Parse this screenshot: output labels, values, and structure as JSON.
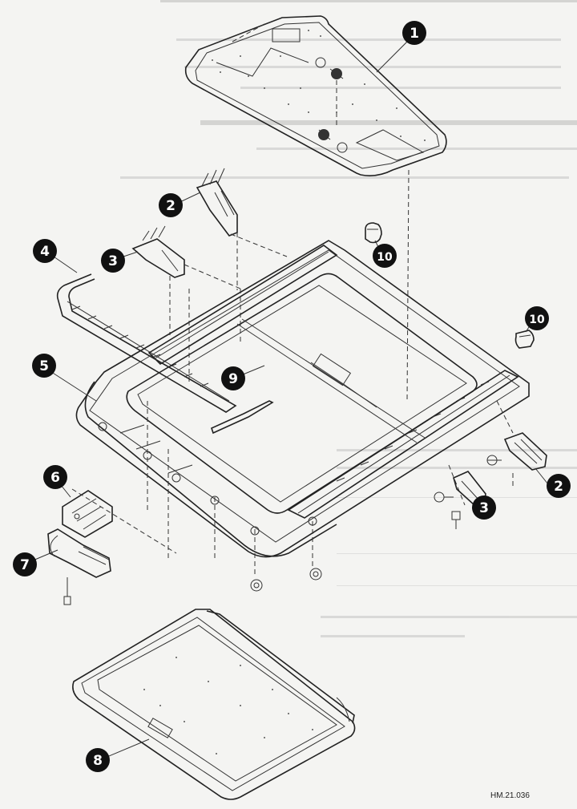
{
  "diagram": {
    "figure_code": "HM.21.036",
    "callouts": [
      {
        "id": "callout-1",
        "label": "1"
      },
      {
        "id": "callout-2a",
        "label": "2"
      },
      {
        "id": "callout-2b",
        "label": "2"
      },
      {
        "id": "callout-3a",
        "label": "3"
      },
      {
        "id": "callout-3b",
        "label": "3"
      },
      {
        "id": "callout-4",
        "label": "4"
      },
      {
        "id": "callout-5",
        "label": "5"
      },
      {
        "id": "callout-6",
        "label": "6"
      },
      {
        "id": "callout-7",
        "label": "7"
      },
      {
        "id": "callout-8",
        "label": "8"
      },
      {
        "id": "callout-9",
        "label": "9"
      },
      {
        "id": "callout-10a",
        "label": "10"
      },
      {
        "id": "callout-10b",
        "label": "10"
      }
    ]
  },
  "colors": {
    "background": "#f4f4f2",
    "line": "#222222",
    "callout_fill": "#111111",
    "callout_text": "#ffffff"
  }
}
